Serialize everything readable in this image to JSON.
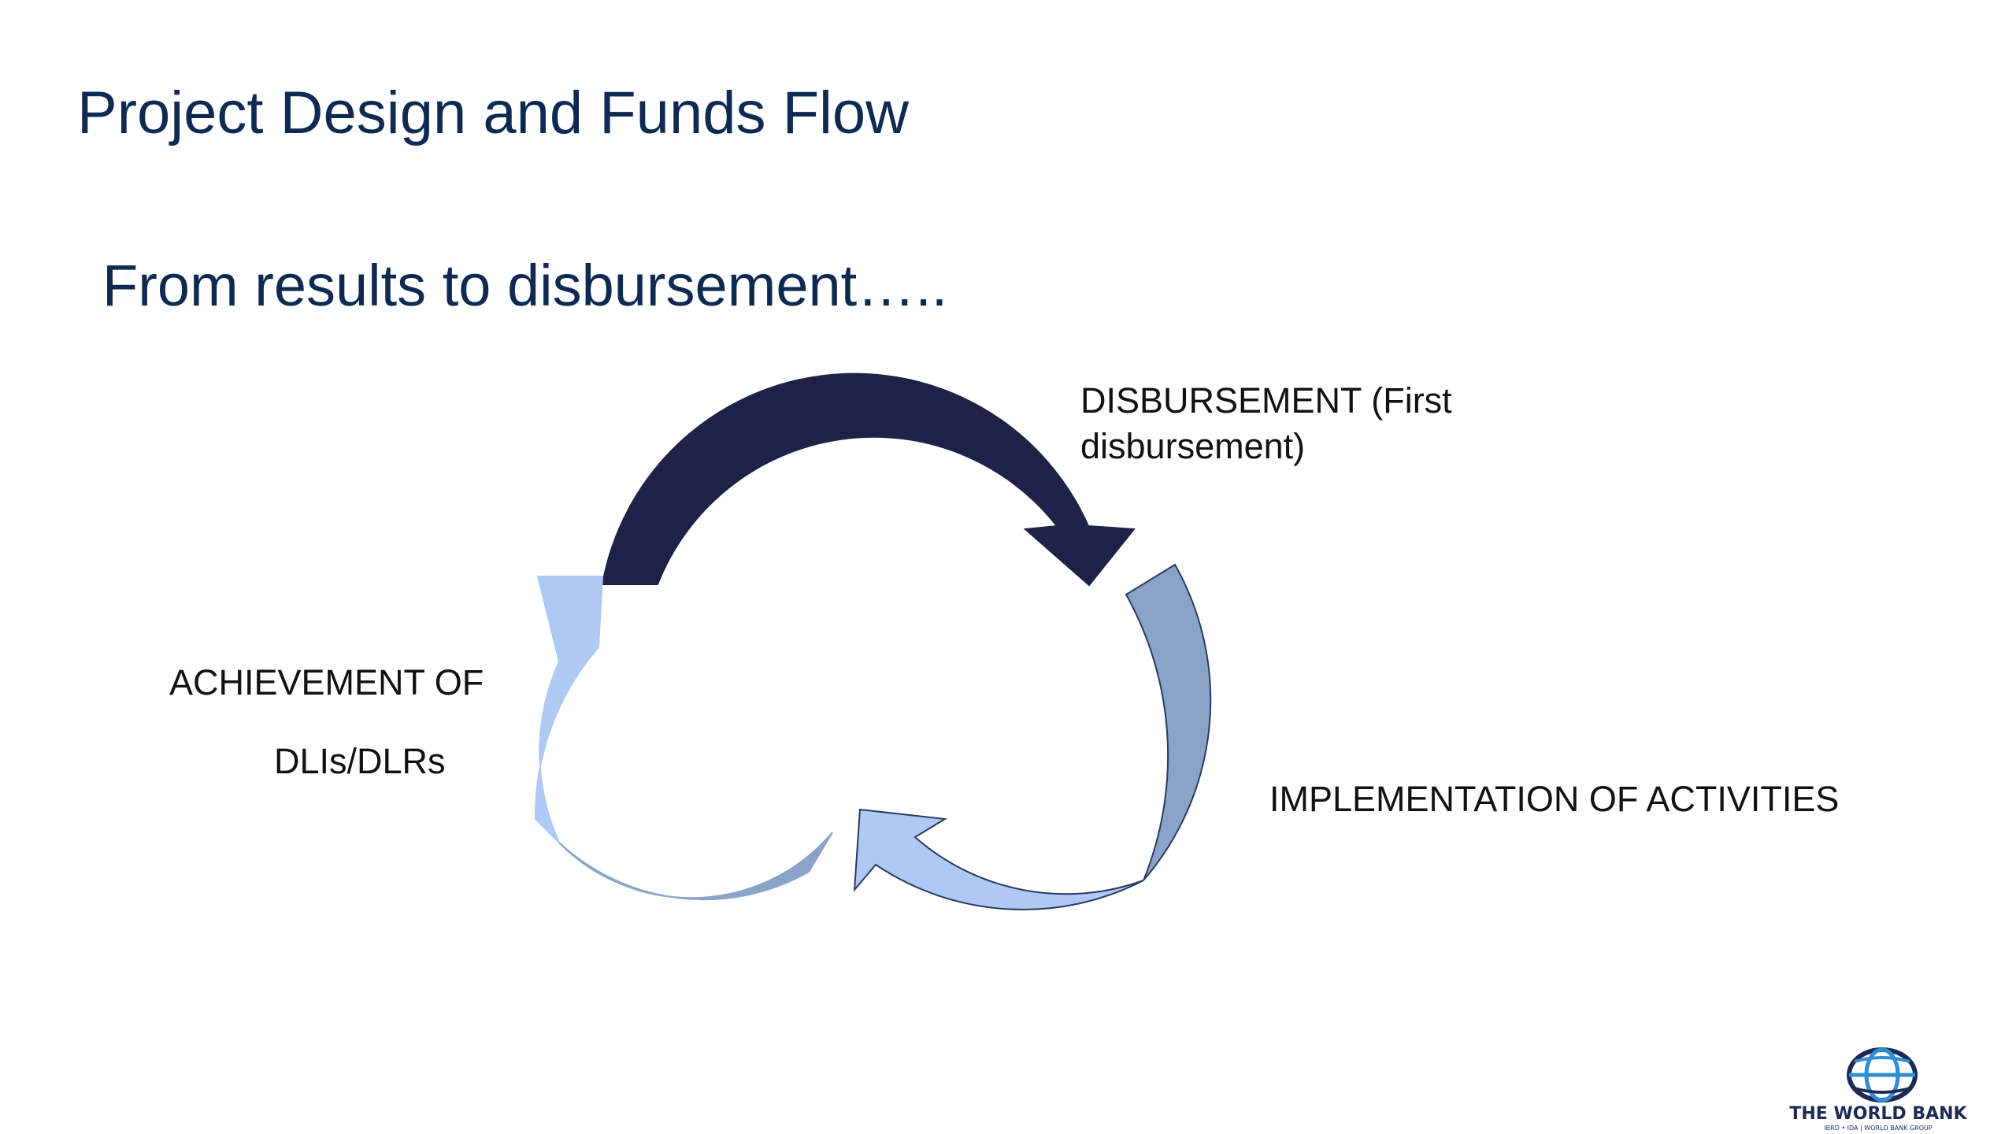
{
  "slide": {
    "title": "Project Design and Funds Flow",
    "subtitle": "From results to disbursement….."
  },
  "diagram": {
    "labels": {
      "disbursement_line1": "DISBURSEMENT (First",
      "disbursement_line2": "disbursement)",
      "implementation": "IMPLEMENTATION OF ACTIVITIES",
      "achievement_line1": "ACHIEVEMENT OF",
      "achievement_line2": "DLIs/DLRs"
    },
    "colors": {
      "dark_arrow": "#1e2248",
      "medium_arrow": "#8aa3c8",
      "light_arrow": "#aec9f4",
      "title_text": "#0f2a52"
    }
  },
  "logo": {
    "name": "THE WORLD BANK",
    "sub": "IBRD • IDA | WORLD BANK GROUP",
    "icon": "globe-icon"
  }
}
